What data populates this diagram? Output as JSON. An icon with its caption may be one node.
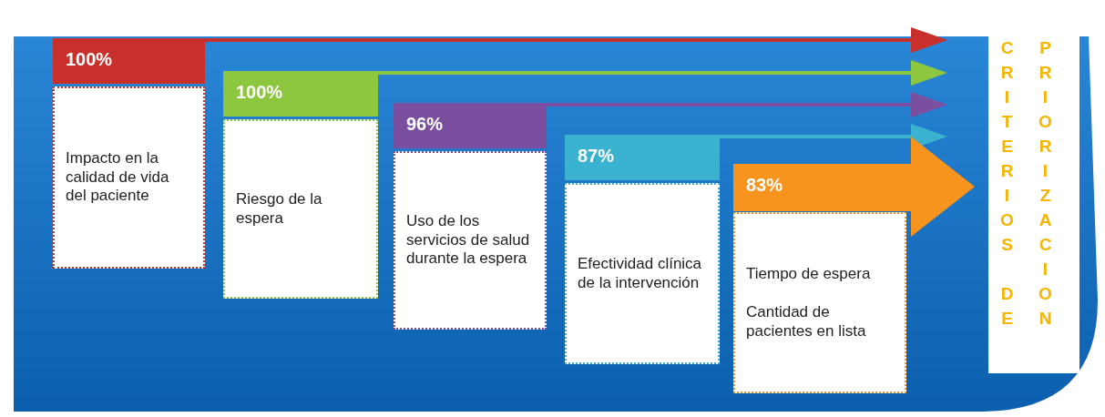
{
  "diagram": {
    "nodes": [
      {
        "text": [
          "100%",
          "Impacto en la calidad de vida del paciente"
        ]
      },
      {
        "text": [
          "100%",
          "Riesgo de la espera"
        ]
      },
      {
        "text": [
          "96%",
          "Uso de los servicios de salud durante la espera"
        ]
      },
      {
        "text": [
          "87%",
          "Efectividad clínica de la intervención"
        ]
      },
      {
        "text": [
          "83%",
          "Tiempo de espera",
          "Cantidad de pacientes en lista"
        ]
      }
    ],
    "edges": [],
    "labels": [
      "CRITERIOS DE",
      "PRIORIZACION"
    ]
  }
}
